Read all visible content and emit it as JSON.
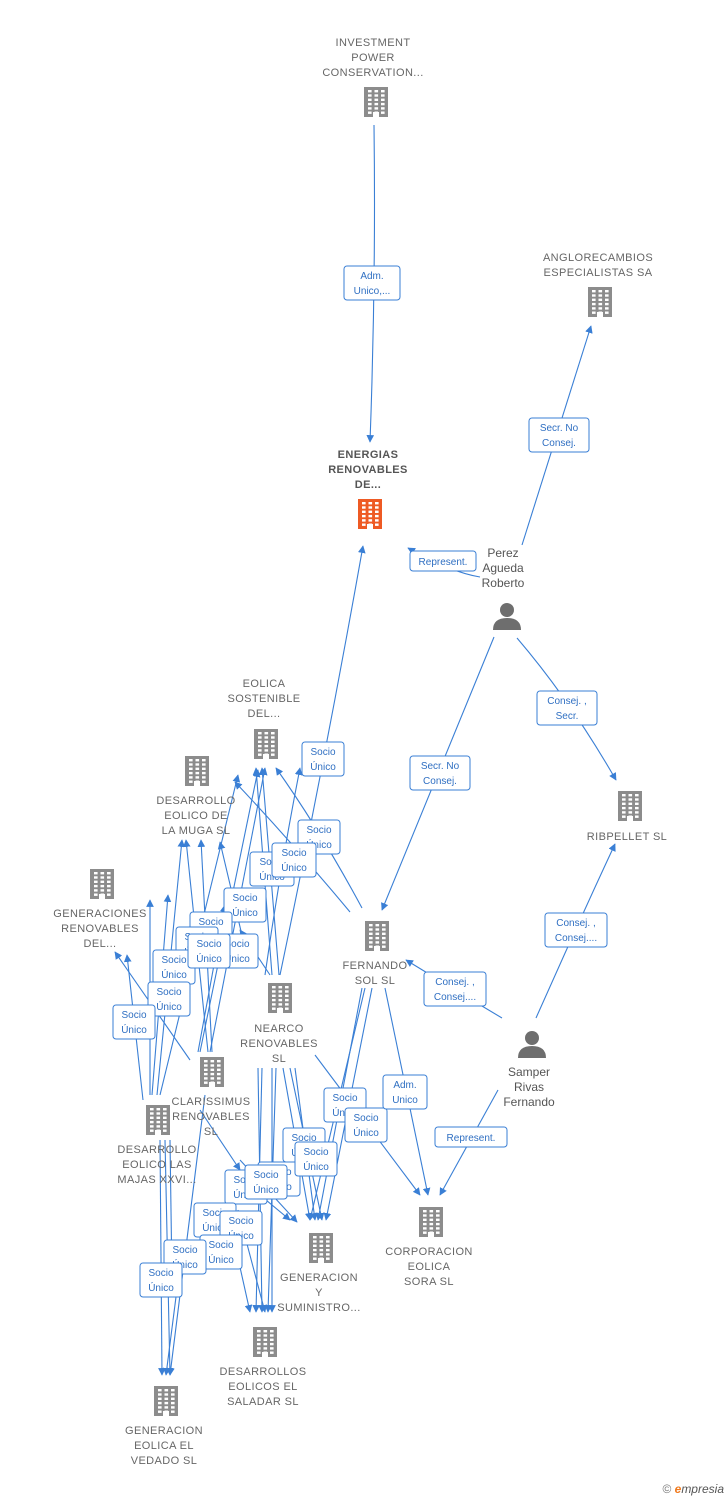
{
  "colors": {
    "edge": "#3a7fd5",
    "building": "#8c8c8c",
    "building_main": "#ee5a24",
    "person": "#6e6e6e",
    "badge_text": "#2f6fc2"
  },
  "nodes": {
    "investment": {
      "lines": [
        "INVESTMENT",
        "POWER",
        "CONSERVATION..."
      ],
      "icon": "building-icon"
    },
    "energias": {
      "lines": [
        "ENERGIAS",
        "RENOVABLES",
        "DE..."
      ],
      "icon": "building-icon-main"
    },
    "anglo": {
      "lines": [
        "ANGLORECAMBIOS",
        "ESPECIALISTAS SA"
      ],
      "icon": "building-icon"
    },
    "perez": {
      "lines": [
        "Perez",
        "Agueda",
        "Roberto"
      ],
      "icon": "person-icon"
    },
    "eolica_sost": {
      "lines": [
        "EOLICA",
        "SOSTENIBLE",
        "DEL..."
      ],
      "icon": "building-icon"
    },
    "des_muga": {
      "lines": [
        "DESARROLLO",
        "EOLICO DE",
        "LA MUGA SL"
      ],
      "icon": "building-icon"
    },
    "ribpellet": {
      "lines": [
        "RIBPELLET SL"
      ],
      "icon": "building-icon"
    },
    "generaciones": {
      "lines": [
        "GENERACIONES",
        "RENOVABLES",
        "DEL..."
      ],
      "icon": "building-icon"
    },
    "fernando_sol": {
      "lines": [
        "FERNANDO",
        "SOL SL"
      ],
      "icon": "building-icon"
    },
    "nearco": {
      "lines": [
        "NEARCO",
        "RENOVABLES",
        "SL"
      ],
      "icon": "building-icon"
    },
    "samper": {
      "lines": [
        "Samper",
        "Rivas",
        "Fernando"
      ],
      "icon": "person-icon"
    },
    "clarissimus": {
      "lines": [
        "CLARISSIMUS",
        "RENOVABLES",
        "SL"
      ],
      "icon": "building-icon"
    },
    "majas": {
      "lines": [
        "DESARROLLO",
        "EOLICO LAS",
        "MAJAS XXVI..."
      ],
      "icon": "building-icon"
    },
    "corporacion": {
      "lines": [
        "CORPORACION",
        "EOLICA",
        "SORA  SL"
      ],
      "icon": "building-icon"
    },
    "gen_sum": {
      "lines": [
        "GENERACION",
        "Y",
        "SUMINISTRO..."
      ],
      "icon": "building-icon"
    },
    "saladar": {
      "lines": [
        "DESARROLLOS",
        "EOLICOS EL",
        "SALADAR SL"
      ],
      "icon": "building-icon"
    },
    "vedado": {
      "lines": [
        "GENERACION",
        "EOLICA EL",
        "VEDADO SL"
      ],
      "icon": "building-icon"
    }
  },
  "badges": [
    [
      "Adm.",
      "Unico,..."
    ],
    [
      "Secr.  No",
      "Consej."
    ],
    [
      "Represent."
    ],
    [
      "Consej. ,",
      "Secr."
    ],
    [
      "Secr.  No",
      "Consej."
    ],
    [
      "Socio",
      "Único"
    ],
    [
      "Socio",
      "Único"
    ],
    [
      "Socio",
      "Único"
    ],
    [
      "Socio",
      "Único"
    ],
    [
      "Consej. ,",
      "Consej...."
    ],
    [
      "Consej. ,",
      "Consej...."
    ],
    [
      "Socio",
      "Único"
    ],
    [
      "Socio",
      "Único"
    ],
    [
      "Socio",
      "Único"
    ],
    [
      "Socio",
      "Único"
    ],
    [
      "Socio",
      "Único"
    ],
    [
      "Socio",
      "Único"
    ],
    [
      "Socio",
      "Único"
    ],
    [
      "Socio",
      "Único"
    ],
    [
      "Socio",
      "Único"
    ],
    [
      "Adm.",
      "Unico"
    ],
    [
      "Socio",
      "Único"
    ],
    [
      "Socio",
      "Único"
    ],
    [
      "Represent."
    ],
    [
      "Socio",
      "Único"
    ],
    [
      "Socio",
      "Único"
    ],
    [
      "Socio",
      "Único"
    ],
    [
      "Socio",
      "Único"
    ],
    [
      "Socio",
      "Único"
    ],
    [
      "Socio",
      "Único"
    ],
    [
      "Socio",
      "Único"
    ],
    [
      "Socio",
      "Único"
    ],
    [
      "Socio",
      "Único"
    ]
  ],
  "footer": {
    "copyright": "©",
    "brand_initial": "e",
    "brand_rest": "mpresia"
  }
}
